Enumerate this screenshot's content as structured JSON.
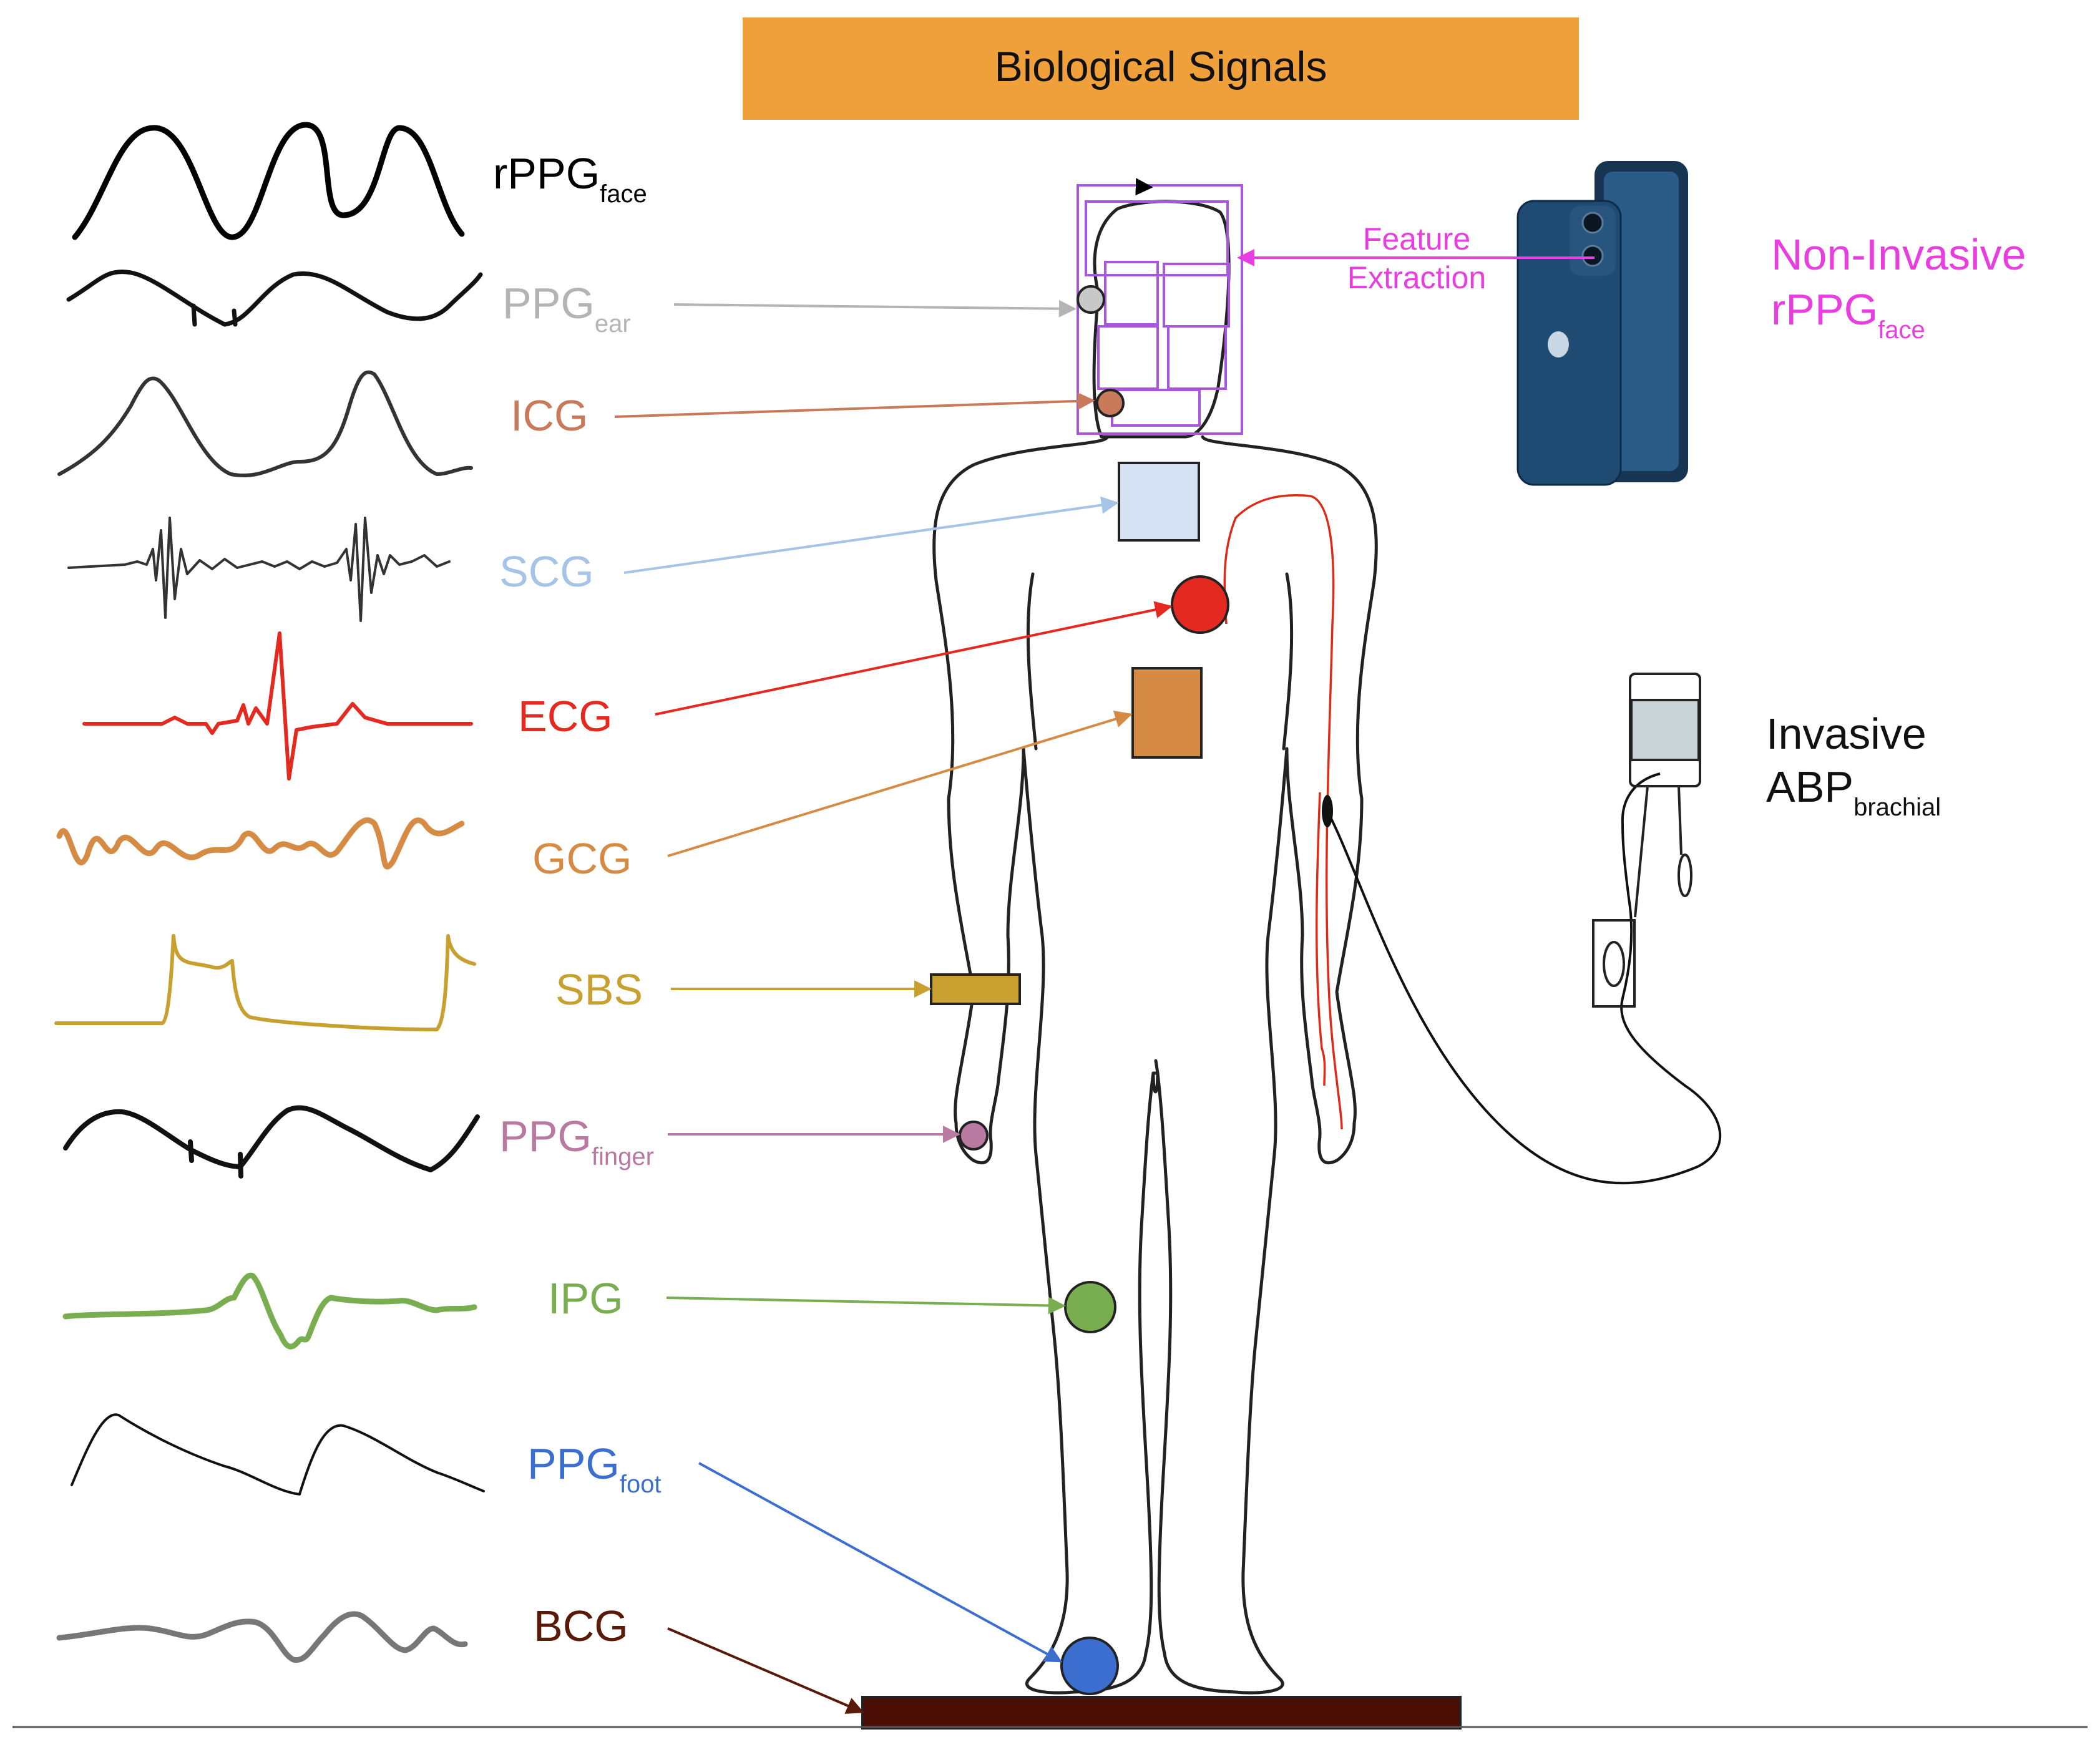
{
  "title": "Biological Signals",
  "colors": {
    "title_bg": "#f0a03a",
    "rppg": "#e83ee0",
    "ppg_ear": "#b4b4b4",
    "icg": "#c87a5a",
    "scg": "#a6c4e6",
    "ecg": "#e42a20",
    "gcg": "#d68b44",
    "sbs": "#c8a030",
    "ppg_finger": "#b87aa0",
    "ipg": "#78ad50",
    "ppg_foot": "#3c6ed0",
    "bcg": "#5a1a0a",
    "face_boxes": "#a855e0",
    "platform": "#4a0e04",
    "body_outline": "#222222",
    "artery": "#e02a18",
    "phone": "#1d3e62"
  },
  "signals": [
    {
      "id": "rppg_face",
      "label": "rPPG",
      "sub": "face"
    },
    {
      "id": "ppg_ear",
      "label": "PPG",
      "sub": "ear"
    },
    {
      "id": "icg",
      "label": "ICG",
      "sub": ""
    },
    {
      "id": "scg",
      "label": "SCG",
      "sub": ""
    },
    {
      "id": "ecg",
      "label": "ECG",
      "sub": ""
    },
    {
      "id": "gcg",
      "label": "GCG",
      "sub": ""
    },
    {
      "id": "sbs",
      "label": "SBS",
      "sub": ""
    },
    {
      "id": "ppg_finger",
      "label": "PPG",
      "sub": "finger"
    },
    {
      "id": "ipg",
      "label": "IPG",
      "sub": ""
    },
    {
      "id": "ppg_foot",
      "label": "PPG",
      "sub": "foot"
    },
    {
      "id": "bcg",
      "label": "BCG",
      "sub": ""
    }
  ],
  "feature_extraction": {
    "line1": "Feature",
    "line2": "Extraction"
  },
  "non_invasive": {
    "line1": "Non-Invasive",
    "label": "rPPG",
    "sub": "face"
  },
  "invasive": {
    "line1": "Invasive",
    "label": "ABP",
    "sub": "brachial"
  },
  "icons": {
    "phone": "smartphone-icon",
    "device": "arterial-line-monitor-icon"
  }
}
